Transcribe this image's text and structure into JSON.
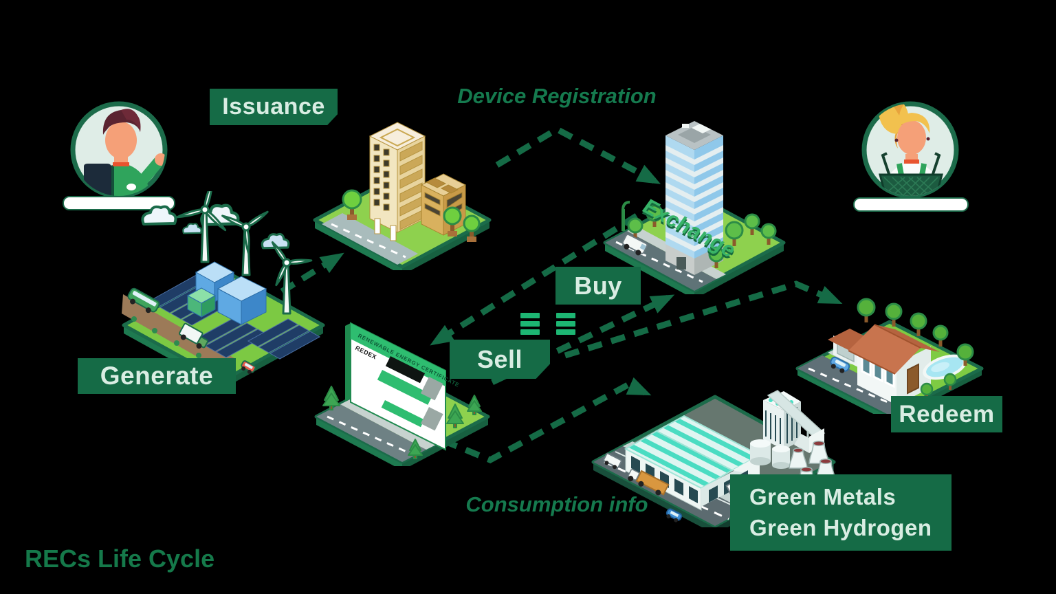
{
  "title": "RECs Life Cycle",
  "flow_labels": {
    "issuance": "Issuance",
    "device_registration": "Device Registration",
    "generate": "Generate",
    "buy": "Buy",
    "sell": "Sell",
    "redeem": "Redeem",
    "consumption_info": "Consumption info",
    "green_products_line1": "Green Metals",
    "green_products_line2": "Green Hydrogen"
  },
  "scenes": {
    "exchange_sign": "Exchange",
    "certificate_heading": "RENEWABLE ENERGY CERTIFICATE",
    "certificate_logo": "REDEX"
  },
  "colors": {
    "background": "#000000",
    "label_box_green": "#156B46",
    "label_text_mint": "#D9EDE3",
    "accent_text_green": "#157A4E",
    "dashed_arrow_green": "#156B46",
    "bright_green": "#1DB673",
    "certificate_band_green": "#2EBD70"
  }
}
